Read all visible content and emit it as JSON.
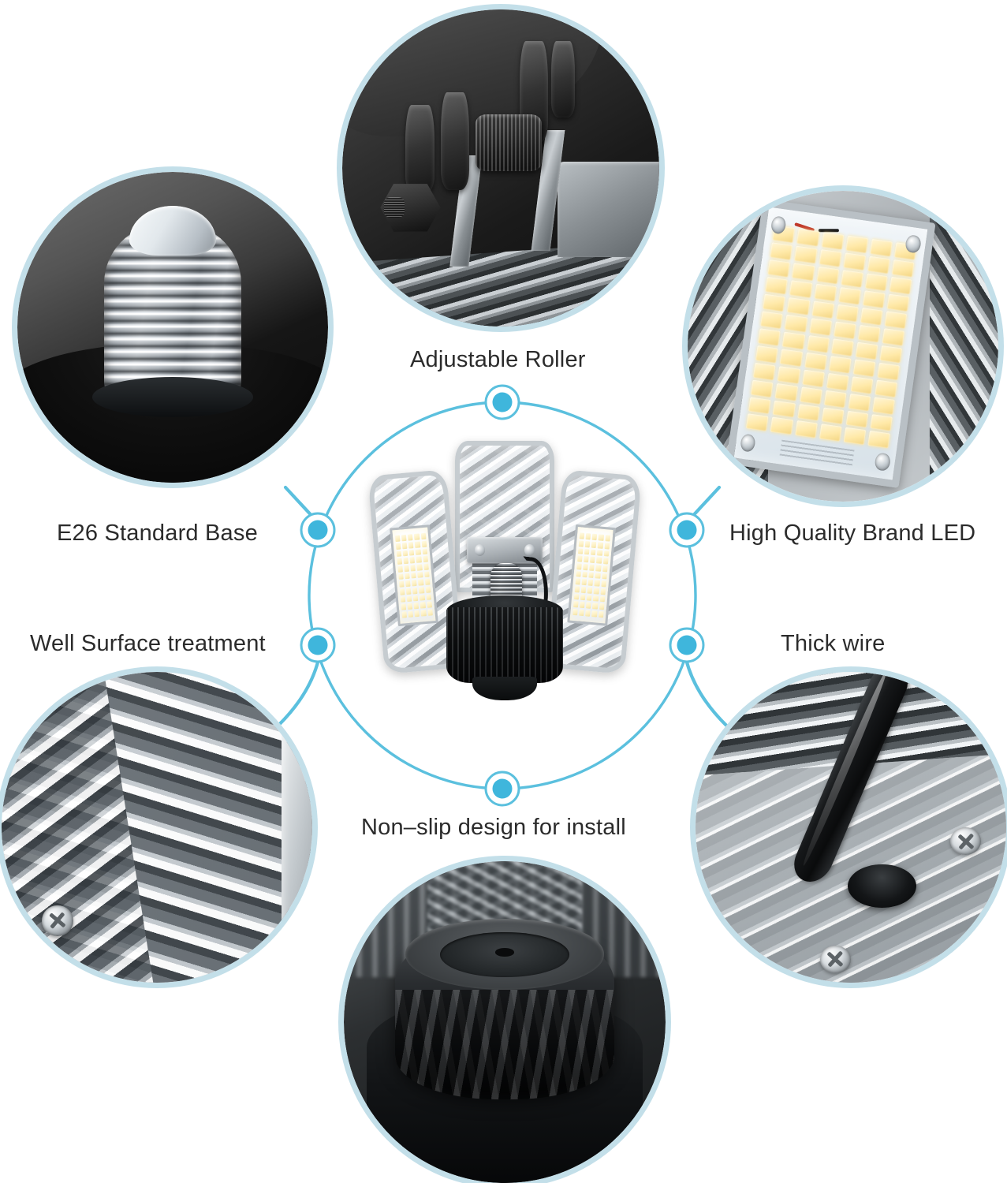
{
  "page": {
    "type": "product-feature-infographic",
    "background_color": "#ffffff",
    "accent_color": "#3fb6dc",
    "arc_color": "#5bc0de",
    "ring_color": "#c3dfe9",
    "text_color": "#2b2b2b"
  },
  "center": {
    "name": "deformable-led-garage-light",
    "description": "Three-panel adjustable LED garage ceiling light with aluminum fins and E26 base"
  },
  "features": [
    {
      "id": "adjustable-roller",
      "label": "Adjustable Roller",
      "photo": "hinge-bolt-bracket-closeup",
      "position": "top-center"
    },
    {
      "id": "e26-standard-base",
      "label": "E26 Standard Base",
      "photo": "chrome-screw-base-closeup",
      "position": "top-left"
    },
    {
      "id": "high-quality-brand-led",
      "label": "High Quality Brand LED",
      "photo": "led-chip-board-closeup",
      "position": "top-right"
    },
    {
      "id": "well-surface-treatment",
      "label": "Well Surface treatment",
      "photo": "aluminum-chevron-fins-closeup",
      "position": "bottom-left"
    },
    {
      "id": "thick-wire",
      "label": "Thick wire",
      "photo": "black-cable-grommet-closeup",
      "position": "bottom-right"
    },
    {
      "id": "non-slip-design",
      "label": "Non–slip design for install",
      "photo": "black-textured-knob-closeup",
      "position": "bottom-center"
    }
  ]
}
